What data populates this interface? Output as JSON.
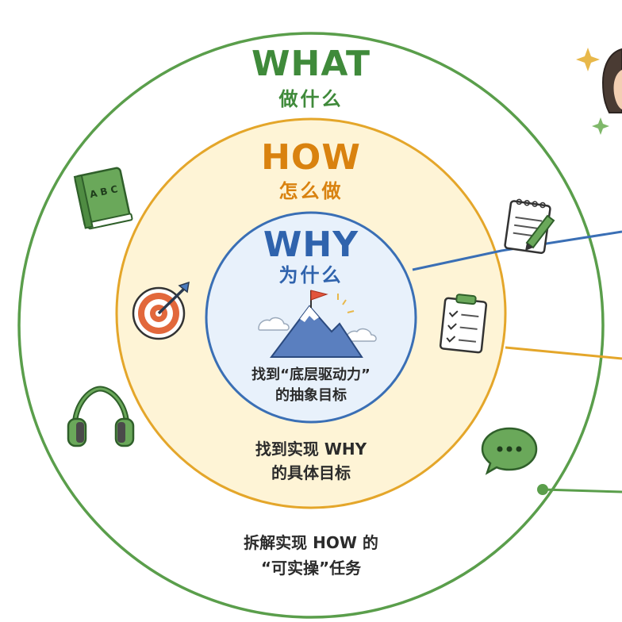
{
  "what": {
    "title": "WHAT",
    "subtitle": "做什么",
    "line1": "拆解实现 HOW 的",
    "line2": "“可实操”任务"
  },
  "how": {
    "title": "HOW",
    "subtitle": "怎么做",
    "line1": "找到实现 WHY",
    "line2": "的具体目标"
  },
  "why": {
    "title": "WHY",
    "subtitle": "为什么",
    "line1": "找到“底层驱动力”",
    "line2": "的抽象目标"
  },
  "book": {
    "letters": "A B C"
  },
  "colors": {
    "green": "#5a9e4b",
    "green_text": "#3f8a3a",
    "orange": "#e4a62a",
    "orange_text": "#d9820f",
    "blue": "#3a6fb5",
    "blue_text": "#2f63ad",
    "yellow_fill": "#fef4d6",
    "blue_fill": "#e8f1fb"
  },
  "icons": [
    "abc-book-icon",
    "target-icon",
    "headphones-icon",
    "notepad-pencil-icon",
    "checklist-icon",
    "chat-bubble-icon",
    "mountain-flag-icon",
    "person-illustration",
    "sparkle-icon"
  ]
}
